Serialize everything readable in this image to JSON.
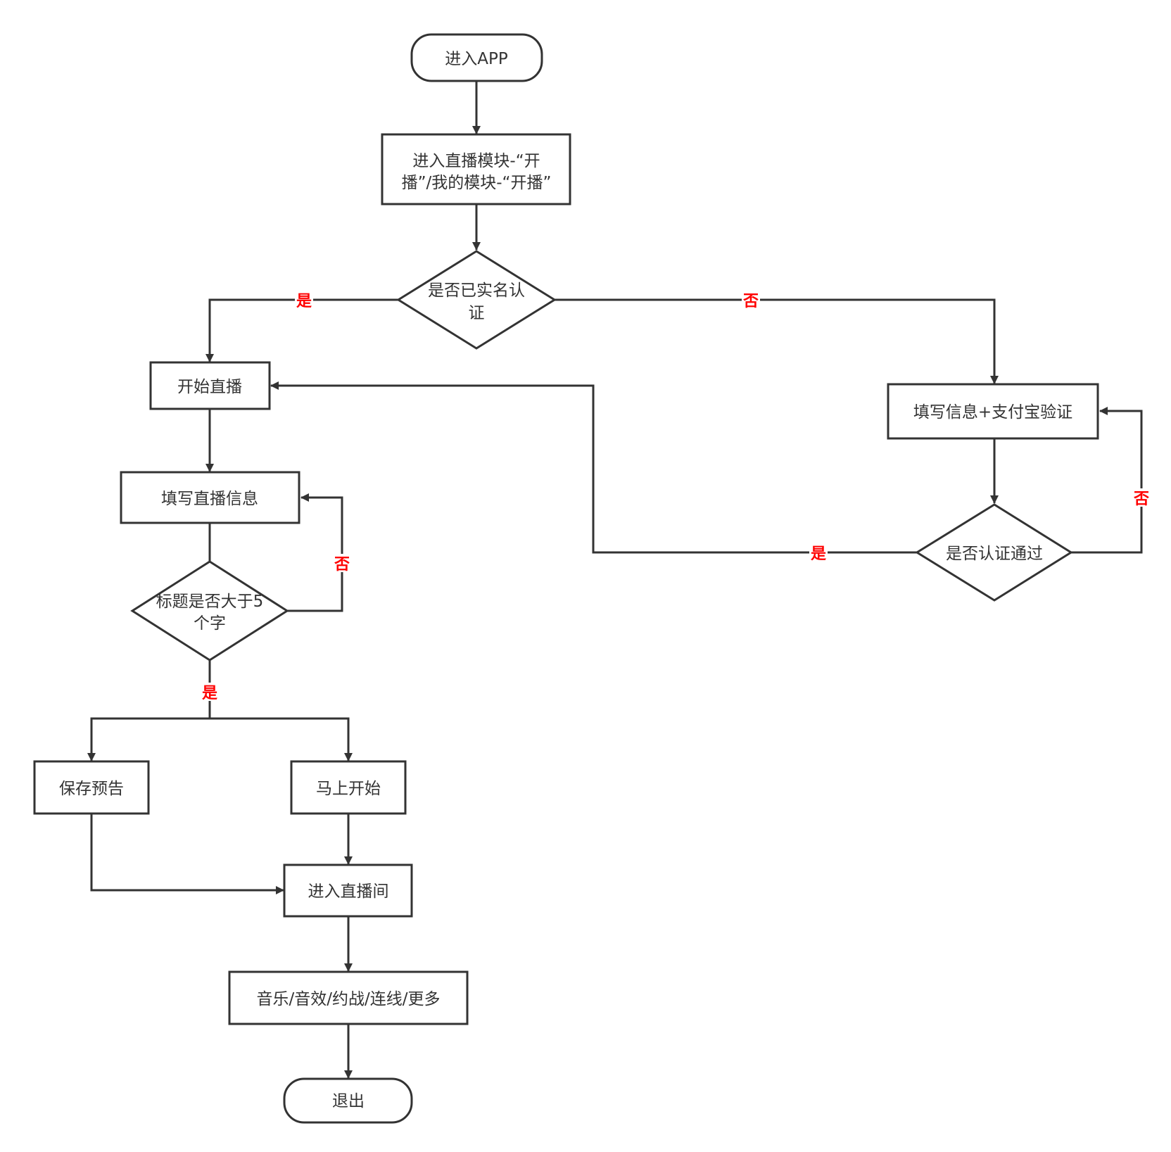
{
  "colors": {
    "stroke": "#333333",
    "label": "#ff0000",
    "background": "#ffffff"
  },
  "nodes": {
    "enter_app": "进入APP",
    "enter_module": [
      "进入直播模块-“开",
      "播”/我的模块-“开播”"
    ],
    "realname_check": [
      "是否已实名认",
      "证"
    ],
    "start_live": "开始直播",
    "fill_verify": "填写信息+支付宝验证",
    "fill_live_info": "填写直播信息",
    "verify_passed": "是否认证通过",
    "title_check": [
      "标题是否大于5",
      "个字"
    ],
    "save_preview": "保存预告",
    "start_now": "马上开始",
    "enter_room": "进入直播间",
    "features": "音乐/音效/约战/连线/更多",
    "exit": "退出"
  },
  "edge_labels": {
    "realname_yes": "是",
    "realname_no": "否",
    "verify_yes": "是",
    "verify_no": "否",
    "title_no": "否",
    "title_yes": "是"
  }
}
